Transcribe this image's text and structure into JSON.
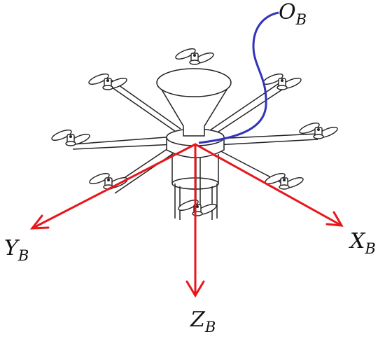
{
  "labels": {
    "origin": {
      "letter": "O",
      "sub": "B"
    },
    "y_axis": {
      "letter": "Y",
      "sub": "B"
    },
    "x_axis": {
      "letter": "X",
      "sub": "B"
    },
    "z_axis": {
      "letter": "Z",
      "sub": "B"
    }
  },
  "colors": {
    "axis": "#e8151b",
    "origin_pointer": "#3333bb",
    "drawing": "#222222",
    "background": "#ffffff"
  },
  "icons": [
    "octocopter-drawing",
    "propeller-icon",
    "funnel-hopper",
    "arrowhead-icon"
  ]
}
